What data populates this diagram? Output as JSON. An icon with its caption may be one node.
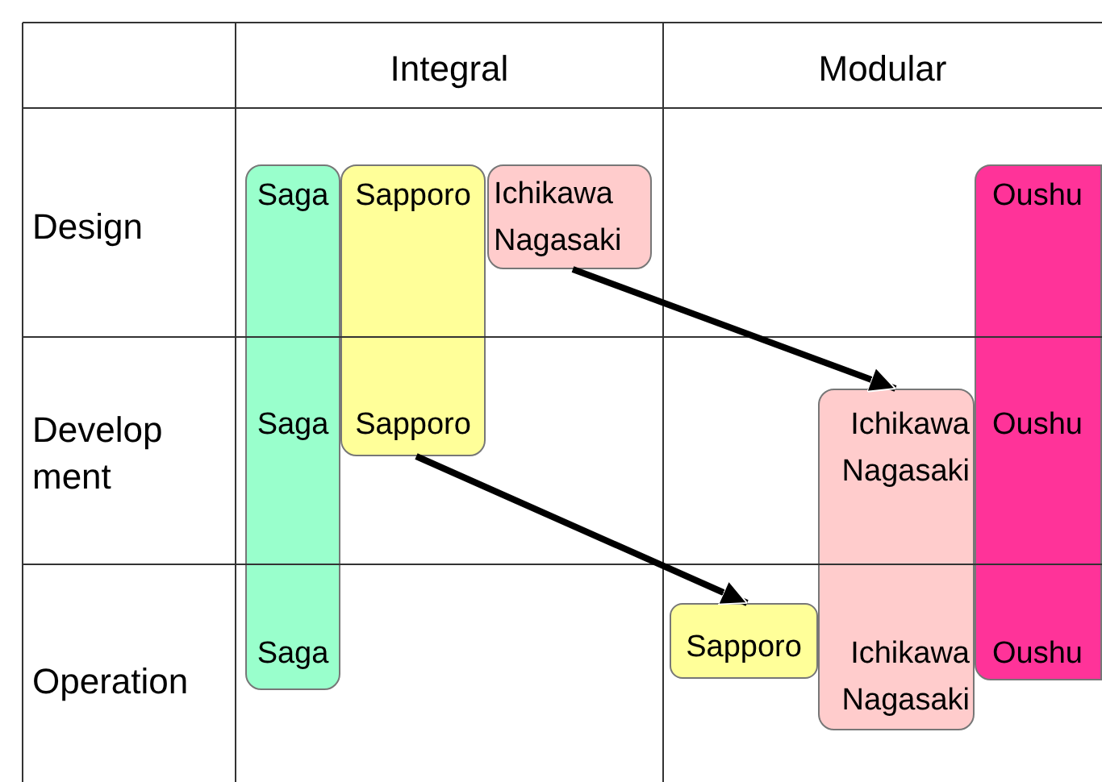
{
  "diagram": {
    "nodes": [
      {
        "text": [
          "Saga",
          "Saga",
          "Saga"
        ]
      },
      {
        "text": [
          "Sapporo",
          "Sapporo"
        ]
      },
      {
        "text": [
          "Ichikawa Nagasaki"
        ]
      },
      {
        "text": [
          "Oushu",
          "Oushu",
          "Oushu"
        ]
      },
      {
        "text": [
          "Ichikawa Nagasaki",
          "Ichikawa Nagasaki"
        ]
      },
      {
        "text": [
          "Sapporo"
        ]
      }
    ],
    "edges": [
      {
        "from": 2,
        "to": 4,
        "arrow": "to"
      },
      {
        "from": 1,
        "to": 5,
        "arrow": "to"
      }
    ],
    "labels": [
      "Integral",
      "Modular",
      "Design",
      "Develop ment",
      "Operation"
    ]
  }
}
